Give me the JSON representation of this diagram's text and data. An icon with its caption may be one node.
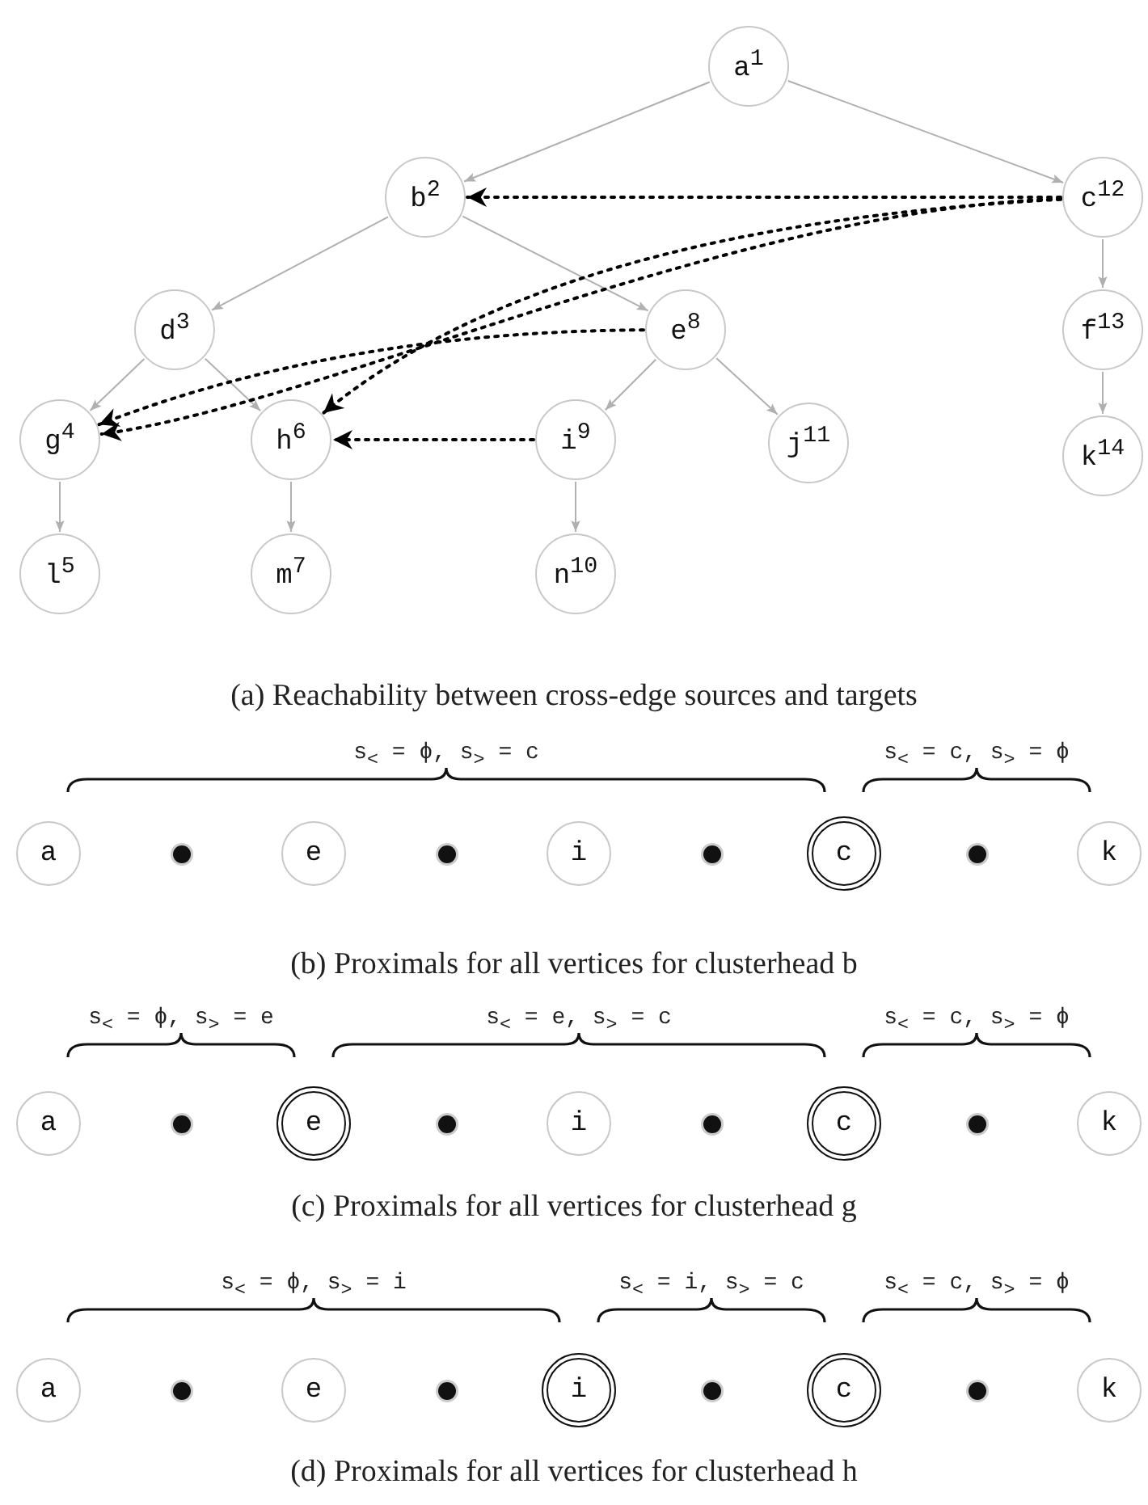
{
  "diagram": {
    "nodes": [
      {
        "text": [
          "a$^{1}$"
        ]
      },
      {
        "text": [
          "b$^{2}$"
        ]
      },
      {
        "text": [
          "d$^{3}$"
        ]
      },
      {
        "text": [
          "g$^{4}$"
        ]
      },
      {
        "text": [
          "l$^{5}$"
        ]
      },
      {
        "text": [
          "h$^{6}$"
        ]
      },
      {
        "text": [
          "m$^{7}$"
        ]
      },
      {
        "text": [
          "e$^{8}$"
        ]
      },
      {
        "text": [
          "i$^{9}$"
        ]
      },
      {
        "text": [
          "n$^{10}$"
        ]
      },
      {
        "text": [
          "j$^{11}$"
        ]
      },
      {
        "text": [
          "c$^{12}$"
        ]
      },
      {
        "text": [
          "f$^{13}$"
        ]
      },
      {
        "text": [
          "k$^{14}$"
        ]
      },
      {
        "text": [
          "a"
        ]
      },
      {
        "text": [],
        "shape": "dot"
      },
      {
        "text": [
          "e"
        ]
      },
      {
        "text": [],
        "shape": "dot"
      },
      {
        "text": [
          "i"
        ]
      },
      {
        "text": [],
        "shape": "dot"
      },
      {
        "text": [
          "c"
        ]
      },
      {
        "text": [],
        "shape": "dot"
      },
      {
        "text": [
          "k"
        ]
      },
      {
        "text": [
          "a"
        ]
      },
      {
        "text": [],
        "shape": "dot"
      },
      {
        "text": [
          "e"
        ]
      },
      {
        "text": [],
        "shape": "dot"
      },
      {
        "text": [
          "i"
        ]
      },
      {
        "text": [],
        "shape": "dot"
      },
      {
        "text": [
          "c"
        ]
      },
      {
        "text": [],
        "shape": "dot"
      },
      {
        "text": [
          "k"
        ]
      },
      {
        "text": [
          "a"
        ]
      },
      {
        "text": [],
        "shape": "dot"
      },
      {
        "text": [
          "e"
        ]
      },
      {
        "text": [],
        "shape": "dot"
      },
      {
        "text": [
          "i"
        ]
      },
      {
        "text": [],
        "shape": "dot"
      },
      {
        "text": [
          "c"
        ]
      },
      {
        "text": [],
        "shape": "dot"
      },
      {
        "text": [
          "k"
        ]
      }
    ],
    "edges": [
      {
        "from": 0,
        "to": 1,
        "arrow": "to"
      },
      {
        "from": 0,
        "to": 11,
        "arrow": "to"
      },
      {
        "from": 1,
        "to": 2,
        "arrow": "to"
      },
      {
        "from": 1,
        "to": 7,
        "arrow": "to"
      },
      {
        "from": 2,
        "to": 3,
        "arrow": "to"
      },
      {
        "from": 2,
        "to": 5,
        "arrow": "to"
      },
      {
        "from": 3,
        "to": 4,
        "arrow": "to"
      },
      {
        "from": 5,
        "to": 6,
        "arrow": "to"
      },
      {
        "from": 7,
        "to": 8,
        "arrow": "to"
      },
      {
        "from": 7,
        "to": 10,
        "arrow": "to"
      },
      {
        "from": 8,
        "to": 9,
        "arrow": "to"
      },
      {
        "from": 11,
        "to": 12,
        "arrow": "to"
      },
      {
        "from": 12,
        "to": 13,
        "arrow": "to"
      },
      {
        "from": 11,
        "to": 1,
        "arrow": "to",
        "style": "dashed",
        "color": "#000000"
      },
      {
        "from": 11,
        "to": 3,
        "arrow": "to",
        "style": "dashed",
        "color": "#000000"
      },
      {
        "from": 11,
        "to": 5,
        "arrow": "to",
        "style": "dashed",
        "color": "#000000"
      },
      {
        "from": 7,
        "to": 3,
        "arrow": "to",
        "style": "dashed",
        "color": "#000000"
      },
      {
        "from": 8,
        "to": 5,
        "arrow": "to",
        "style": "dashed",
        "color": "#000000"
      }
    ],
    "labels": [
      "(a) Reachability between cross-edge sources and targets",
      "s$_{<}$ = ϕ,  s$_{>}$ = c",
      "s$_{<}$ = c,  s$_{>}$ = ϕ",
      "(b) Proximals for all vertices for clusterhead b",
      "s$_{<}$ = ϕ,  s$_{>}$ = e",
      "s$_{<}$ = e,  s$_{>}$ = c",
      "s$_{<}$ = c,  s$_{>}$ = ϕ",
      "(c) Proximals for all vertices for clusterhead g",
      "s$_{<}$ = ϕ,  s$_{>}$ = i",
      "s$_{<}$ = i,  s$_{>}$ = c",
      "s$_{<}$ = c,  s$_{>}$ = ϕ",
      "(d) Proximals for all vertices for clusterhead h"
    ]
  }
}
